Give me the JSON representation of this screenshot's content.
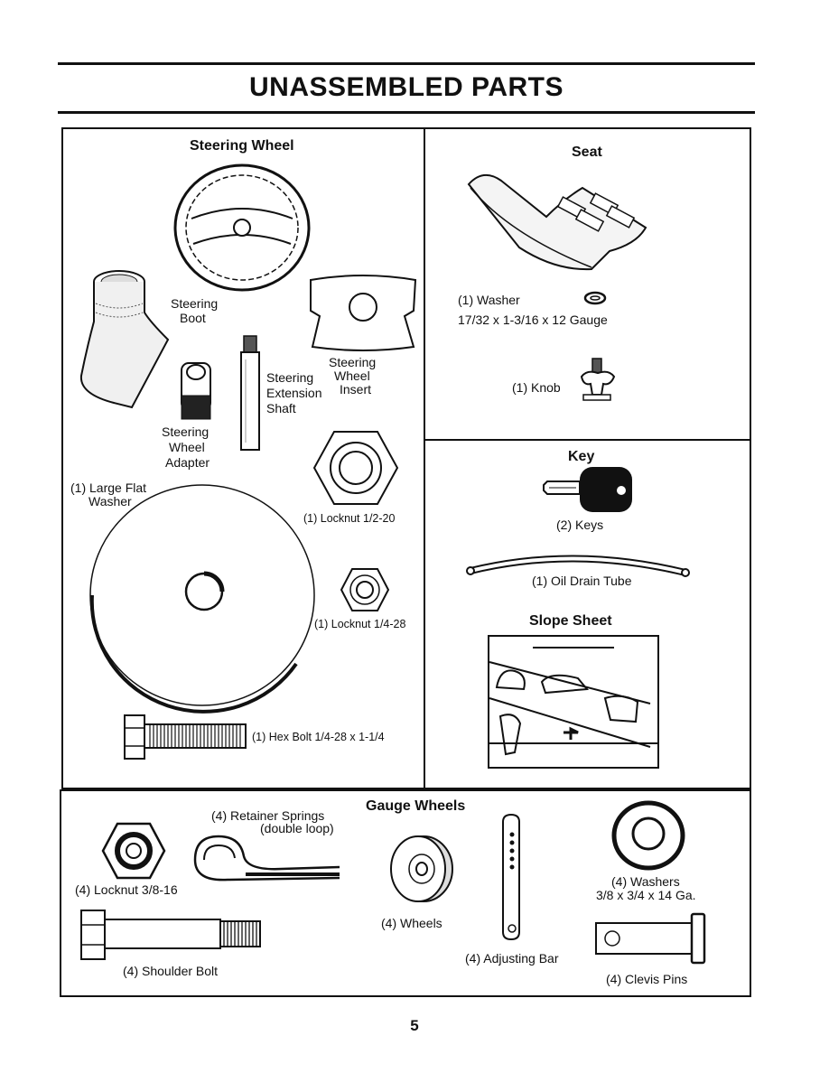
{
  "page_title": "UNASSEMBLED PARTS",
  "page_number": "5",
  "steering_panel": {
    "heading": "Steering Wheel",
    "boot_label_1": "Steering",
    "boot_label_2": "Boot",
    "insert_label_1": "Steering",
    "insert_label_2": "Wheel",
    "insert_label_3": "Insert",
    "shaft_label_1": "Steering",
    "shaft_label_2": "Extension",
    "shaft_label_3": "Shaft",
    "adapter_label_1": "Steering",
    "adapter_label_2": "Wheel",
    "adapter_label_3": "Adapter",
    "washer_label_1": "(1) Large Flat",
    "washer_label_2": "Washer",
    "locknut_large": "(1) Locknut  1/2-20",
    "locknut_small": "(1) Locknut  1/4-28",
    "hex_bolt": "(1) Hex Bolt  1/4-28 x 1-1/4"
  },
  "seat_panel": {
    "heading": "Seat",
    "washer_label": "(1) Washer",
    "washer_spec": "17/32 x 1-3/16 x 12 Gauge",
    "knob_label": "(1) Knob"
  },
  "key_panel": {
    "heading": "Key",
    "keys_label": "(2) Keys",
    "tube_label": "(1) Oil Drain Tube",
    "slope_heading": "Slope Sheet"
  },
  "gauge_panel": {
    "heading": "Gauge Wheels",
    "springs_label_1": "(4)  Retainer Springs",
    "springs_label_2": "(double loop)",
    "locknut_label": "(4) Locknut  3/8-16",
    "wheels_label": "(4) Wheels",
    "washers_label_1": "(4) Washers",
    "washers_label_2": "3/8 x 3/4 x 14 Ga.",
    "shoulder_bolt_label": "(4) Shoulder Bolt",
    "adjusting_bar_label": "(4) Adjusting Bar",
    "clevis_pins_label": "(4) Clevis Pins"
  }
}
